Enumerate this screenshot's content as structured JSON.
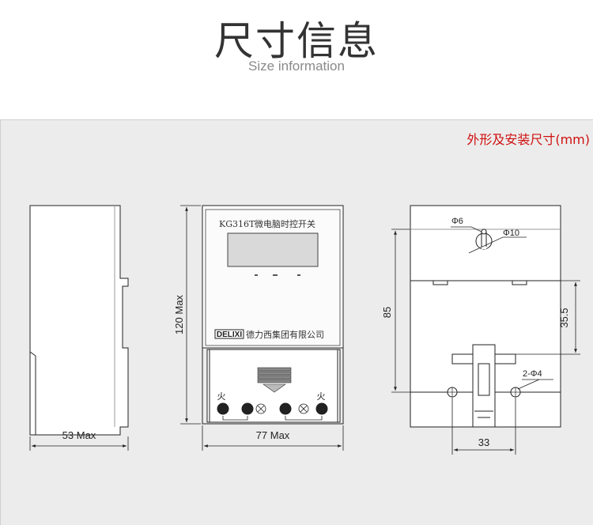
{
  "header": {
    "title": "尺寸信息",
    "subtitle": "Size information"
  },
  "panel": {
    "caption": "外形及安装尺寸(mm)"
  },
  "device": {
    "model": "KG316T",
    "name": "微电脑时控开关",
    "brand": "DELIXI",
    "company": "德力西集团有限公司",
    "terminal_label_left": "火",
    "terminal_label_right": "火"
  },
  "dimensions": {
    "side_width": "53 Max",
    "front_width": "77 Max",
    "front_height": "120 Max",
    "hole_spacing": "33",
    "mount_height": "85",
    "upper_height": "35.5",
    "keyhole_small": "Φ6",
    "keyhole_large": "Φ10",
    "mount_holes": "2-Φ4"
  }
}
